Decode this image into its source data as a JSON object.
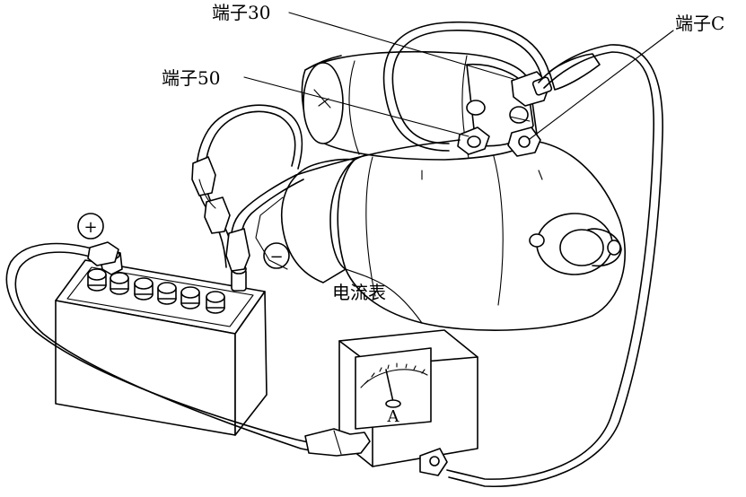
{
  "labels": {
    "terminal_30": "端子30",
    "terminal_c": "端子C",
    "terminal_50": "端子50",
    "ammeter": "电流表",
    "positive": "+",
    "negative": "−",
    "meter_symbol": "A"
  }
}
